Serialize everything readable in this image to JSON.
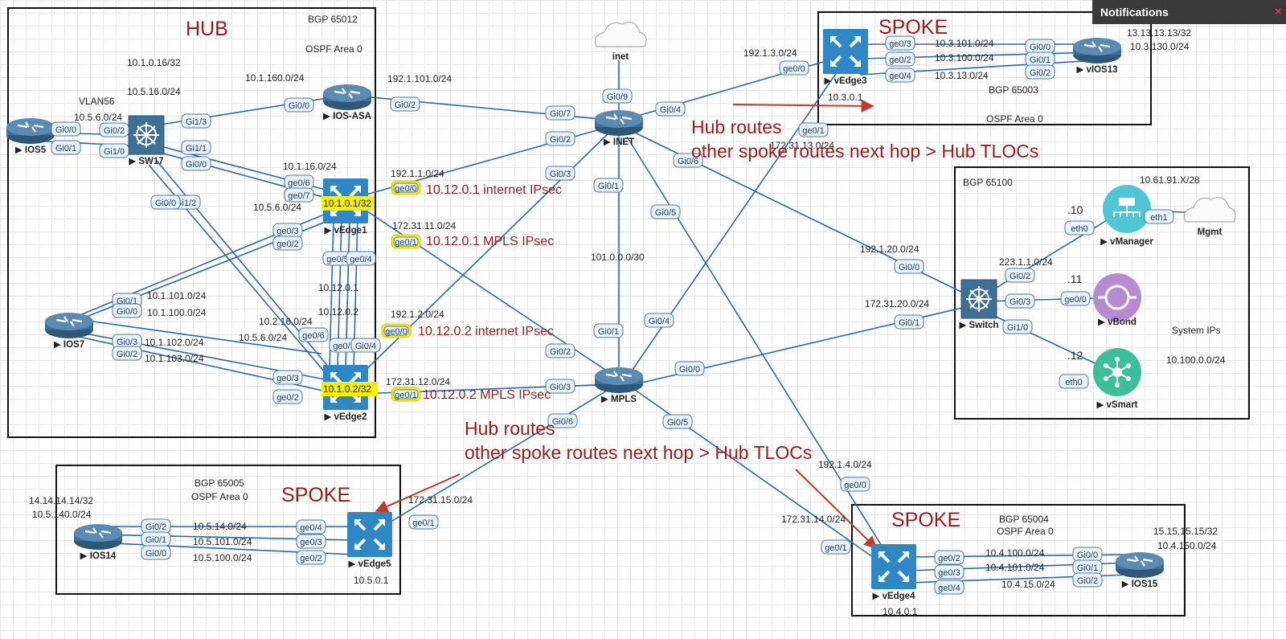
{
  "title": "",
  "notifications": {
    "label": "Notifications",
    "close": "×"
  },
  "boxes": {
    "hub": {
      "title": "HUB",
      "bgp": "BGP 65012",
      "ospf": "OSPF Area 0"
    },
    "spoke3": {
      "title": "SPOKE",
      "bgp": "BGP 65003",
      "ospf": "OSPF Area 0",
      "sys_ip": "10.3.0.1",
      "loop": "13.13.13.13/32",
      "net": "10.3.130.0/24"
    },
    "controllers": {
      "bgp": "BGP 65100",
      "net": "10.61.91.X/28",
      "sys_label": "System IPs",
      "sys_net": "10.100.0.0/24"
    },
    "spoke5": {
      "title": "SPOKE",
      "bgp": "BGP 65005",
      "ospf": "OSPF Area 0",
      "sys_ip": "10.5.0.1",
      "loop": "14.14.14.14/32",
      "net": "10.5.140.0/24"
    },
    "spoke4": {
      "title": "SPOKE",
      "bgp": "BGP 65004",
      "ospf": "OSPF Area 0",
      "sys_ip": "10.4.0.1",
      "loop": "15.15.15.15/32",
      "net": "10.4.150.0/24"
    }
  },
  "notes": {
    "hub_routes_top_1": "Hub routes",
    "hub_routes_top_2": "other spoke routes next hop > Hub TLOCs",
    "hub_routes_bottom_1": "Hub routes",
    "hub_routes_bottom_2": "other spoke routes next hop > Hub TLOCs"
  },
  "devices": [
    {
      "id": "ios5",
      "name": "IOS5",
      "kind": "router"
    },
    {
      "id": "sw17",
      "name": "SW17",
      "kind": "switch"
    },
    {
      "id": "iosasa",
      "name": "IOS-ASA",
      "kind": "router"
    },
    {
      "id": "vedge1",
      "name": "vEdge1",
      "kind": "vedge"
    },
    {
      "id": "vedge2",
      "name": "vEdge2",
      "kind": "vedge"
    },
    {
      "id": "ios7",
      "name": "IOS7",
      "kind": "router"
    },
    {
      "id": "inet",
      "name": "INET",
      "kind": "router"
    },
    {
      "id": "inetcloud",
      "name": "inet",
      "kind": "cloud"
    },
    {
      "id": "mpls",
      "name": "MPLS",
      "kind": "router"
    },
    {
      "id": "vedge3",
      "name": "vEdge3",
      "kind": "vedge"
    },
    {
      "id": "vios13",
      "name": "vIOS13",
      "kind": "router"
    },
    {
      "id": "switch",
      "name": "Switch",
      "kind": "switch"
    },
    {
      "id": "vmanager",
      "name": "vManager",
      "kind": "vmanage"
    },
    {
      "id": "vbond",
      "name": "vBond",
      "kind": "vbond"
    },
    {
      "id": "vsmart",
      "name": "vSmart",
      "kind": "vsmart"
    },
    {
      "id": "mgmt",
      "name": "Mgmt",
      "kind": "cloud"
    },
    {
      "id": "vedge5",
      "name": "vEdge5",
      "kind": "vedge"
    },
    {
      "id": "ios14",
      "name": "IOS14",
      "kind": "router"
    },
    {
      "id": "vedge4",
      "name": "vEdge4",
      "kind": "vedge"
    },
    {
      "id": "ios15",
      "name": "IOS15",
      "kind": "router"
    }
  ],
  "ports": [
    "Gi0/0",
    "Gi0/1",
    "Gi0/2",
    "Gi0/3",
    "Gi0/4",
    "Gi0/5",
    "Gi0/6",
    "Gi0/7",
    "Gi0/9",
    "Gi1/0",
    "Gi1/1",
    "Gi1/2",
    "Gi1/3",
    "ge0/0",
    "ge0/1",
    "ge0/2",
    "ge0/3",
    "ge0/4",
    "ge0/5",
    "ge0/6",
    "ge0/7",
    "eth0",
    "eth1"
  ],
  "labels": [
    {
      "id": "l1",
      "text": "10.1.0.16/32"
    },
    {
      "id": "l2",
      "text": "10.5.16.0/24"
    },
    {
      "id": "l3",
      "text": "VLAN56"
    },
    {
      "id": "l4",
      "text": "10.5.6.0/24"
    },
    {
      "id": "l5",
      "text": "10.1.160.0/24"
    },
    {
      "id": "l6",
      "text": "192.1.101.0/24"
    },
    {
      "id": "l7",
      "text": "10.1.16.0/24"
    },
    {
      "id": "l8",
      "text": "192.1.1.0/24"
    },
    {
      "id": "l9",
      "text": "10.5.6.0/24"
    },
    {
      "id": "l10",
      "text": "172.31.11.0/24"
    },
    {
      "id": "l11",
      "text": "10.12.0.1"
    },
    {
      "id": "l12",
      "text": "10.12.0.2"
    },
    {
      "id": "l13",
      "text": "10.1.101.0/24"
    },
    {
      "id": "l14",
      "text": "10.1.100.0/24"
    },
    {
      "id": "l15",
      "text": "10.1.102.0/24"
    },
    {
      "id": "l16",
      "text": "10.1.103.0/24"
    },
    {
      "id": "l17",
      "text": "10.2.16.0/24"
    },
    {
      "id": "l18",
      "text": "10.5.6.0/24"
    },
    {
      "id": "l19",
      "text": "192.1.2.0/24"
    },
    {
      "id": "l20",
      "text": "172.31.12.0/24"
    },
    {
      "id": "l21",
      "text": "101.0.0.0/30"
    },
    {
      "id": "l22",
      "text": "192.1.3.0/24"
    },
    {
      "id": "l23",
      "text": "10.3.101.0/24"
    },
    {
      "id": "l24",
      "text": "10.3.100.0/24"
    },
    {
      "id": "l25",
      "text": "10.3.13.0/24"
    },
    {
      "id": "l26",
      "text": "172.31.13.0/24"
    },
    {
      "id": "l27",
      "text": "192.1.20.0/24"
    },
    {
      "id": "l28",
      "text": "172.31.20.0/24"
    },
    {
      "id": "l29",
      "text": "223.1.1.0/24"
    },
    {
      "id": "l30",
      "text": ".10"
    },
    {
      "id": "l31",
      "text": ".11"
    },
    {
      "id": "l32",
      "text": ".12"
    },
    {
      "id": "l33",
      "text": "172.31.15.0/24"
    },
    {
      "id": "l34",
      "text": "10.5.14.0/24"
    },
    {
      "id": "l35",
      "text": "10.5.101.0/24"
    },
    {
      "id": "l36",
      "text": "10.5.100.0/24"
    },
    {
      "id": "l37",
      "text": "192.1.4.0/24"
    },
    {
      "id": "l38",
      "text": "172.31.14.0/24"
    },
    {
      "id": "l39",
      "text": "10.4.100.0/24"
    },
    {
      "id": "l40",
      "text": "10.4.101.0/24"
    },
    {
      "id": "l41",
      "text": "10.4.15.0/24"
    }
  ],
  "highlights": {
    "v1_sys": "10.1.0.1/32",
    "v2_sys": "10.1.0.2/32",
    "v1_inet": "10.12.0.1 internet IPsec",
    "v1_mpls": "10.12.0.1 MPLS IPsec",
    "v2_inet": "10.12.0.2 internet IPsec",
    "v2_mpls": "10.12.0.2 MPLS IPsec"
  },
  "colors": {
    "link": "#2a6aa8",
    "device": "#3f6f95",
    "vedge": "#2f88c6",
    "red": "#9b1b1b",
    "highlight": "#f5f000"
  }
}
